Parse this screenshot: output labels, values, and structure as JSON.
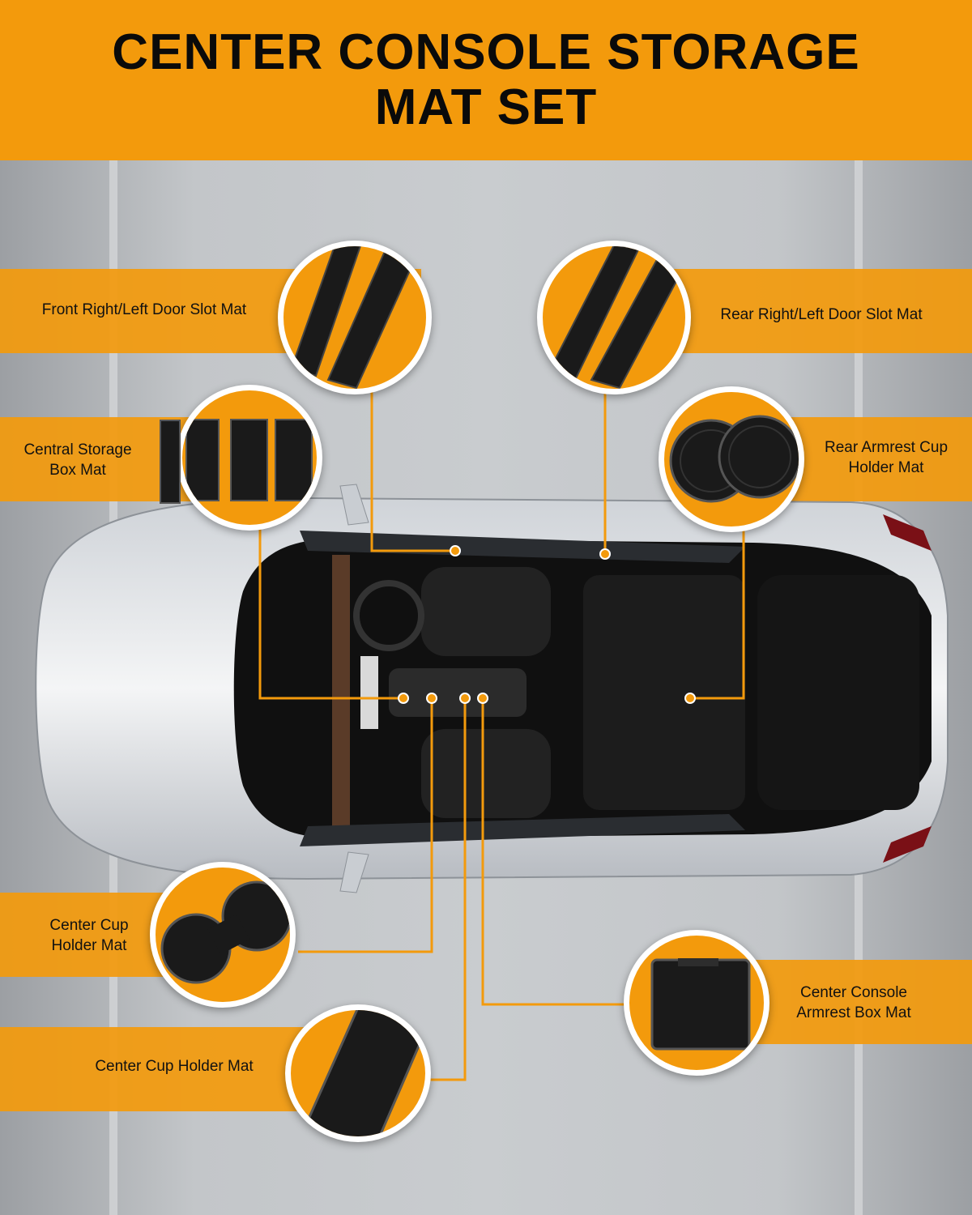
{
  "header": {
    "title": "CENTER CONSOLE STORAGE MAT SET",
    "title_line1": "CENTER CONSOLE STORAGE",
    "title_line2": "MAT SET"
  },
  "labels": {
    "front_door_slot": "Front Right/Left Door Slot Mat",
    "rear_door_slot": "Rear Right/Left Door Slot Mat",
    "central_storage_line1": "Central Storage",
    "central_storage_line2": "Box Mat",
    "rear_armrest_line1": "Rear Armrest Cup",
    "rear_armrest_line2": "Holder Mat",
    "center_cup_line1": "Center Cup",
    "center_cup_line2": "Holder Mat",
    "center_cup_holder": "Center Cup Holder Mat",
    "console_armrest_line1": "Center Console",
    "console_armrest_line2": "Armrest Box Mat"
  },
  "colors": {
    "accent": "#f39a0c",
    "mat": "#1a1a1a",
    "car_body": "#e8eaec"
  }
}
